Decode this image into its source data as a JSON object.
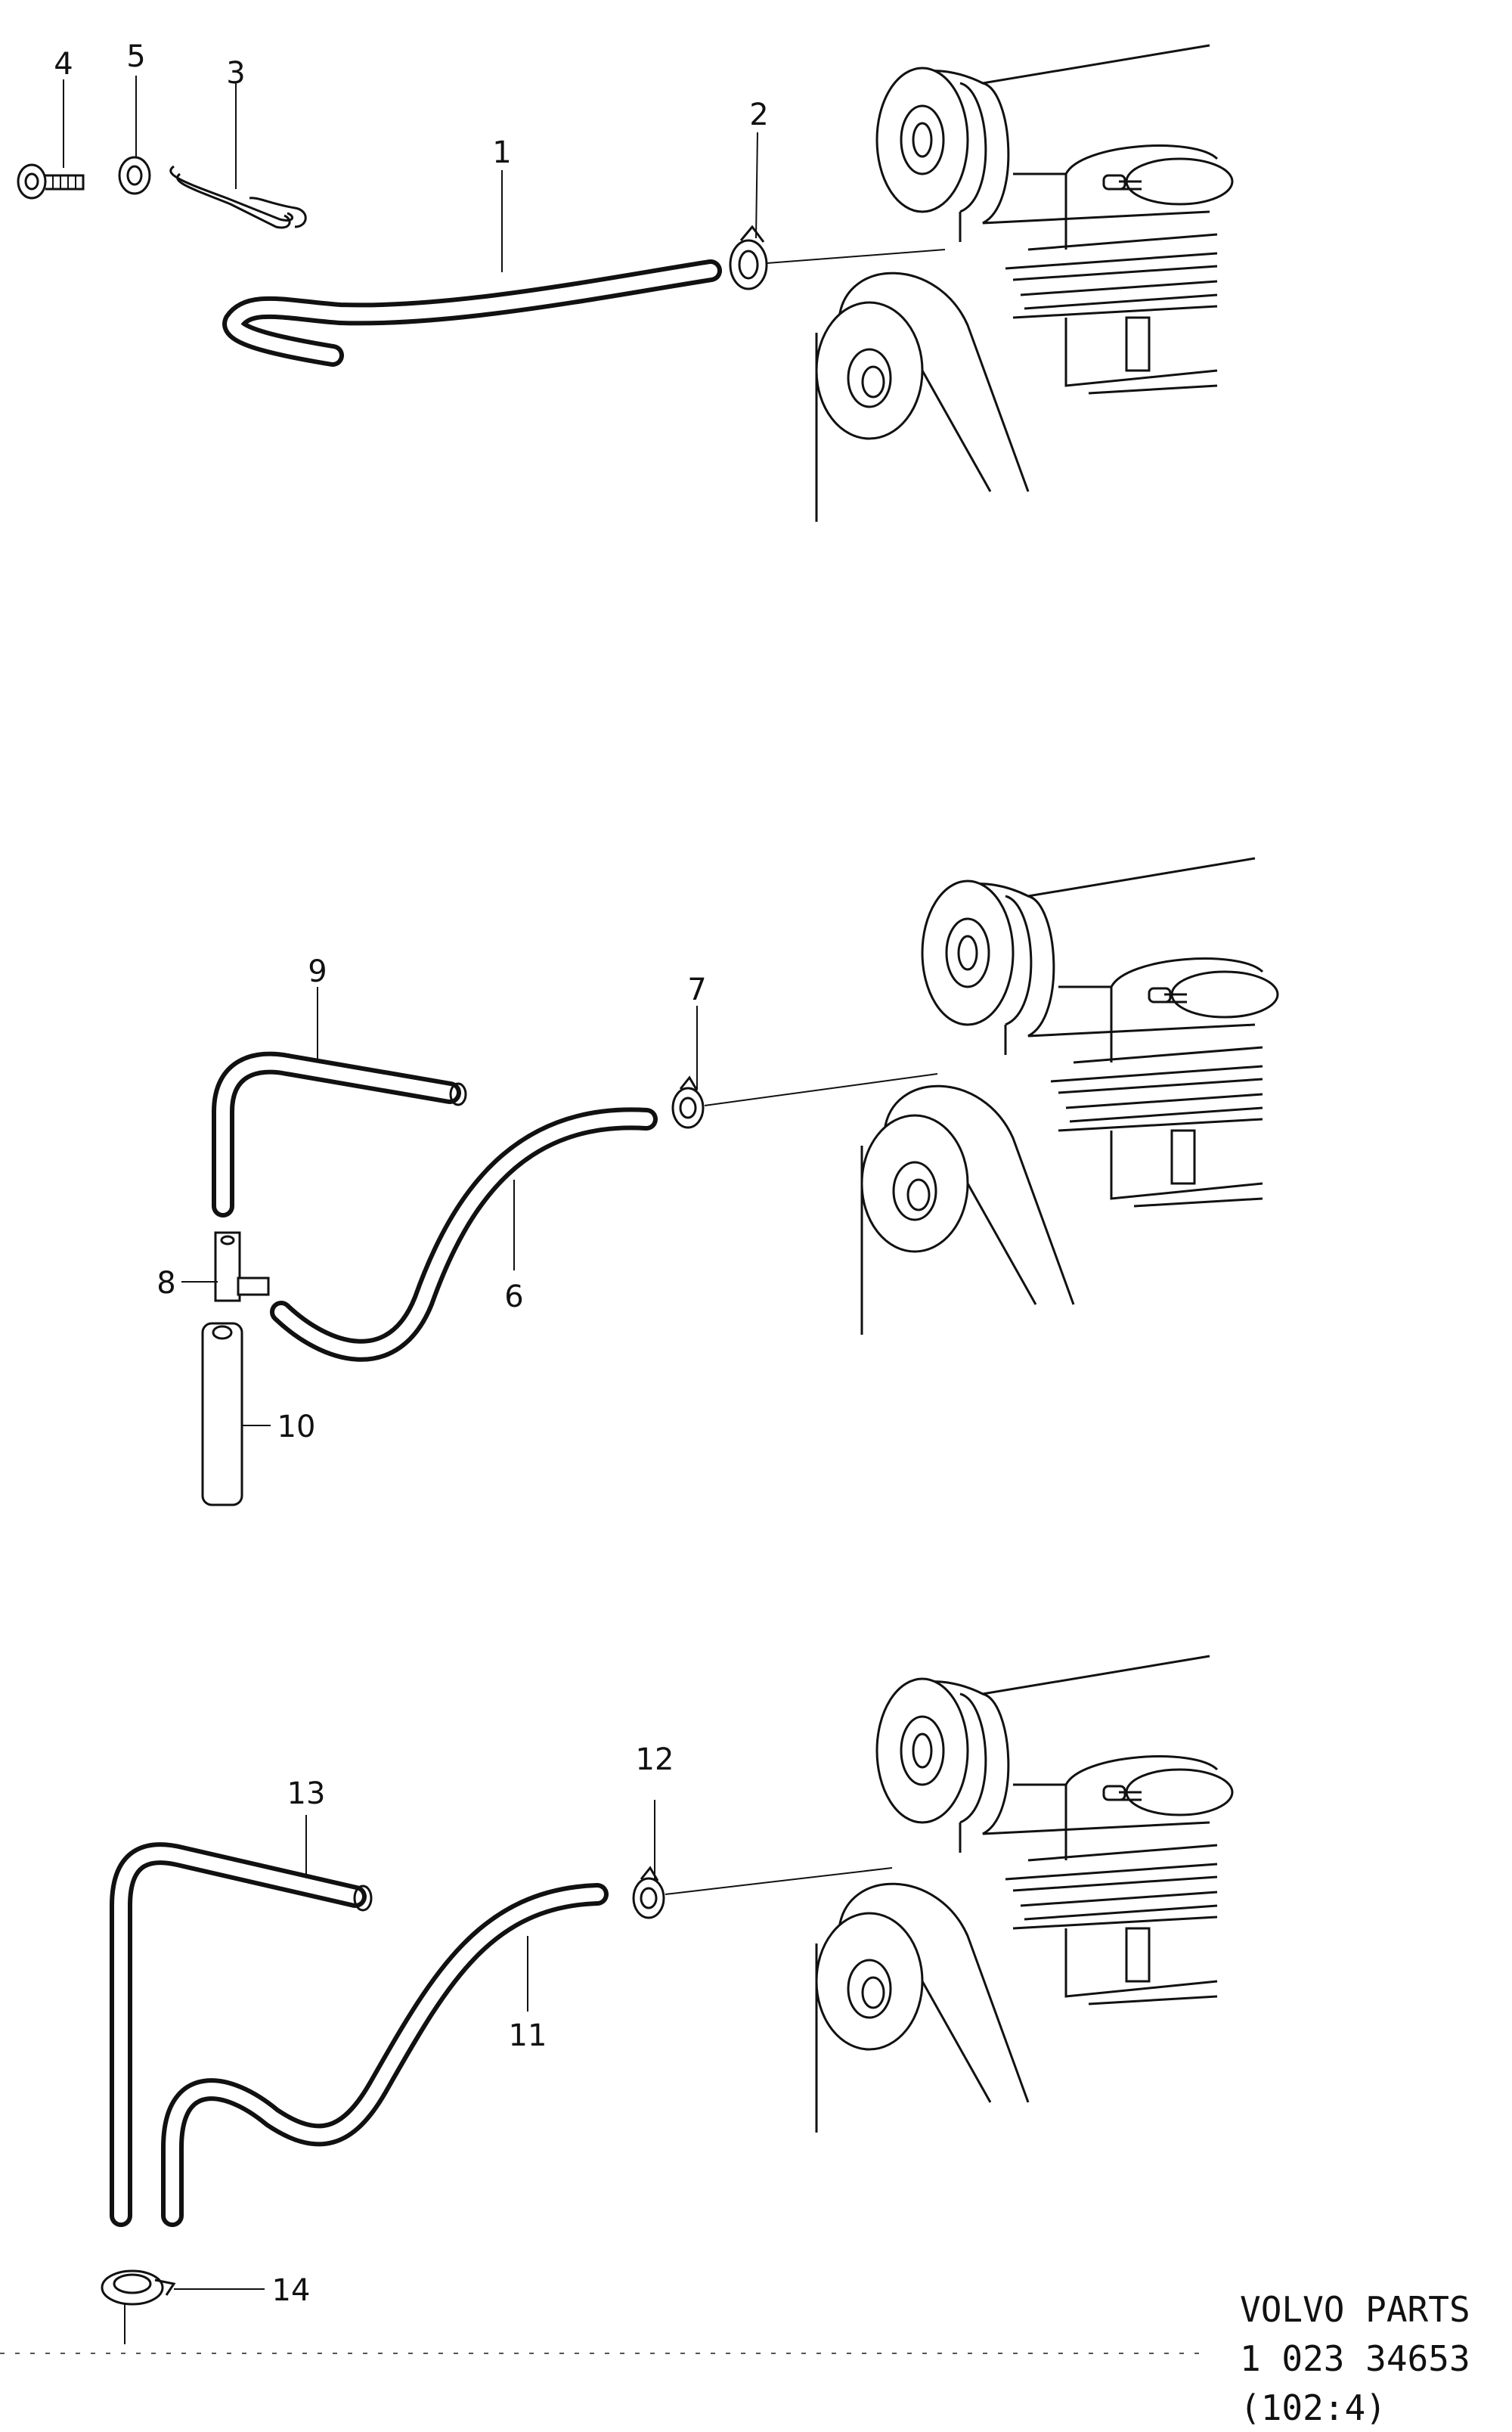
{
  "diagram": {
    "callouts": {
      "c1": "1",
      "c2": "2",
      "c3": "3",
      "c4": "4",
      "c5": "5",
      "c6": "6",
      "c7": "7",
      "c8": "8",
      "c9": "9",
      "c10": "10",
      "c11": "11",
      "c12": "12",
      "c13": "13",
      "c14": "14"
    },
    "stamp": {
      "line1": "VOLVO PARTS",
      "line2": "1 023 34653",
      "line3": "(102:4)"
    }
  }
}
